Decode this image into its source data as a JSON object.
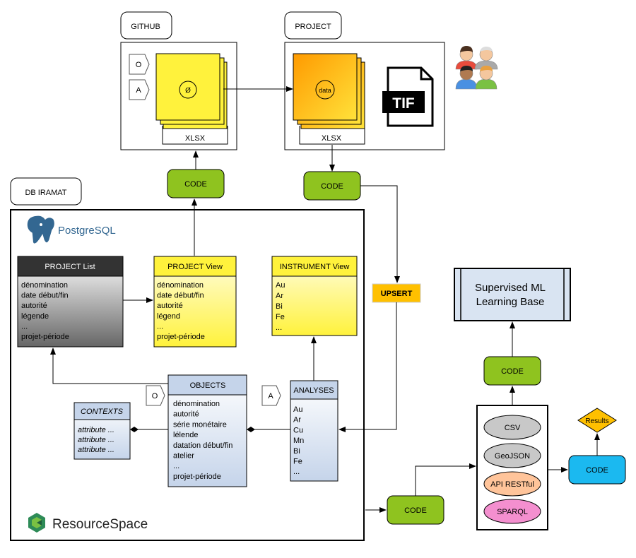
{
  "containers": {
    "github": "GITHUB",
    "project": "PROJECT",
    "db": "DB IRAMAT"
  },
  "sheets": {
    "github_label": "XLSX",
    "github_symbol": "Ø",
    "project_label": "XLSX",
    "project_symbol": "data",
    "tags": [
      "O",
      "A"
    ]
  },
  "tif_label": "TIF",
  "code_label": "CODE",
  "upsert_label": "UPSERT",
  "postgres_logo": "PostgreSQL",
  "resourcespace_logo": "ResourceSpace",
  "tables": {
    "project_list": {
      "title": "PROJECT List",
      "rows": [
        "dénomination",
        "date début/fin",
        "autorité",
        "légende",
        "...",
        "projet-période"
      ]
    },
    "project_view": {
      "title": "PROJECT View",
      "rows": [
        "dénomination",
        "date début/fin",
        "autorité",
        "légend",
        "...",
        "projet-période"
      ]
    },
    "instrument_view": {
      "title": "INSTRUMENT View",
      "rows": [
        "Au",
        "Ar",
        "Bi",
        "Fe",
        "..."
      ]
    },
    "objects": {
      "title": "OBJECTS",
      "rows": [
        "dénomination",
        "autorité",
        "série monétaire",
        "lélende",
        "datation début/fin",
        "atelier",
        "...",
        "projet-période"
      ]
    },
    "analyses": {
      "title": "ANALYSES",
      "rows": [
        "Au",
        "Ar",
        "Cu",
        "Mn",
        "Bi",
        "Fe",
        "..."
      ]
    },
    "contexts": {
      "title": "CONTEXTS",
      "rows": [
        "attribute ...",
        "attribute ...",
        "attribute ..."
      ]
    }
  },
  "tag_o": "O",
  "tag_a": "A",
  "formats": [
    "CSV",
    "GeoJSON",
    "API RESTful",
    "SPARQL"
  ],
  "ml_base": [
    "Supervised ML",
    "Learning Base"
  ],
  "results_label": "Results",
  "colors": {
    "code_green": "#8fc31f",
    "yellow": "#fff23c",
    "orange": "#ffa500",
    "table_blue": "#c5d4ea",
    "upsert": "#ffc000",
    "cyan": "#1bb9f0"
  }
}
